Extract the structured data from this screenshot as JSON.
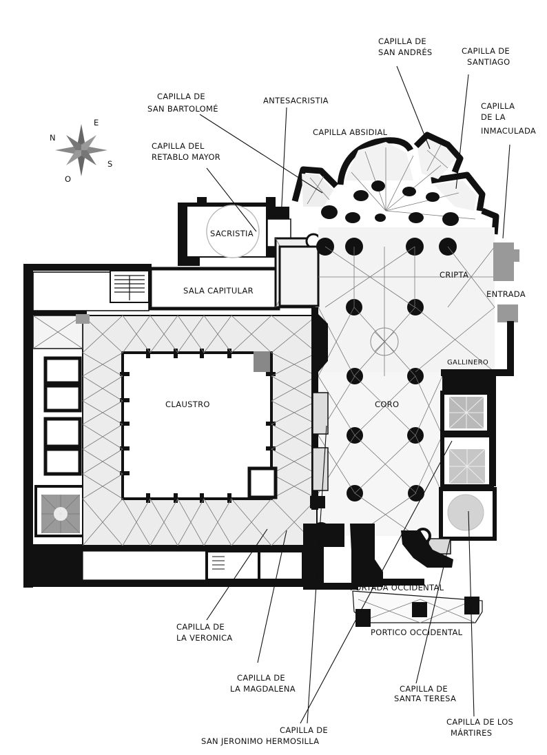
{
  "compass": {
    "letters": [
      "N",
      "E",
      "S",
      "O"
    ]
  },
  "labels": {
    "capilla_san_andres": [
      "CAPILLA DE",
      "SAN ANDRÉS"
    ],
    "capilla_santiago": [
      "CAPILLA DE",
      "SANTIAGO"
    ],
    "capilla_inmaculada": [
      "CAPILLA",
      "DE LA",
      "INMACULADA"
    ],
    "capilla_san_bartolome": [
      "CAPILLA DE",
      "SAN BARTOLOMÉ"
    ],
    "antesacristia": "ANTESACRISTIA",
    "capilla_absidial": "CAPILLA ABSIDIAL",
    "capilla_retablo_mayor": [
      "CAPILLA DEL",
      "RETABLO MAYOR"
    ],
    "sacristia": "SACRISTIA",
    "sala_capitular": "SALA CAPITULAR",
    "cripta": "CRIPTA",
    "entrada": "ENTRADA",
    "gallinero": "GALLINERO",
    "claustro": "CLAUSTRO",
    "coro": "CORO",
    "portada_occidental": "PORTADA OCCIDENTAL",
    "portico_occidental": "PORTICO OCCIDENTAL",
    "capilla_veronica": [
      "CAPILLA DE",
      "LA VERONICA"
    ],
    "capilla_magdalena": [
      "CAPILLA DE",
      "LA MAGDALENA"
    ],
    "capilla_santa_teresa": [
      "CAPILLA DE",
      "SANTA TERESA"
    ],
    "capilla_martires": [
      "CAPILLA DE LOS",
      "MÁRTIRES"
    ],
    "capilla_san_jeronimo": [
      "CAPILLA DE",
      "SAN JERONIMO HERMOSILLA"
    ]
  }
}
